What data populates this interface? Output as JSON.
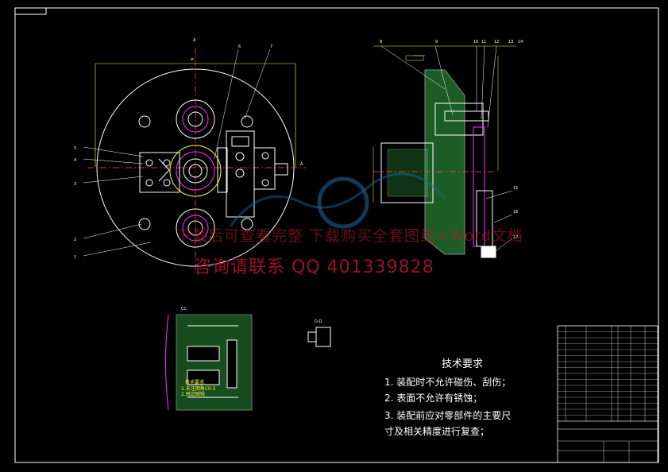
{
  "technical_requirements": {
    "title": "技术要求",
    "line1": "1. 装配时不允许碰伤、刮伤；",
    "line2": "2. 表面不允许有锈蚀；",
    "line3": "3. 装配前应对零部件的主要尺",
    "line4": "寸及相关精度进行复查；"
  },
  "watermark": {
    "line1": "下载后可查看完整 下载购买全套图纸+Word文档",
    "line2": "咨询请联系 QQ 401339828"
  },
  "section_labels": {
    "view_a_top": "A",
    "view_cc": "CC",
    "view_dd": "D-D",
    "view_b": "B"
  },
  "small_note": {
    "title": "技术要求",
    "line1": "1.未注倒角C0.5",
    "line2": "2.锐边倒钝"
  },
  "colors": {
    "background": "#000000",
    "outline": "#ffffff",
    "dimension": "#ffff33",
    "part": "#22cc44",
    "hatch": "#33aa44",
    "magenta": "#ff33ff",
    "cyan": "#00ffff",
    "watermark": "#c0182a"
  }
}
